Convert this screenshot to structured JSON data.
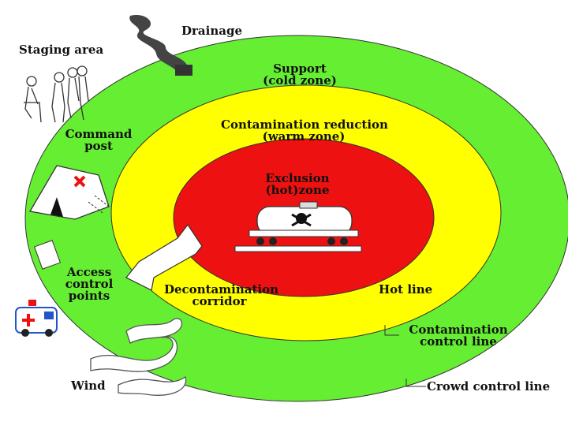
{
  "labels": {
    "drainage": "Drainage",
    "staging_area": "Staging area",
    "support_line1": "Support",
    "support_line2": "(cold zone)",
    "command_line1": "Command",
    "command_line2": "post",
    "warm_line1": "Contamination reduction",
    "warm_line2": "(warm zone)",
    "hot_line1": "Exclusion",
    "hot_line2": "(hot)zone",
    "access_line1": "Access",
    "access_line2": "control",
    "access_line3": "points",
    "decon_line1": "Decontamination",
    "decon_line2": "corridor",
    "hot_line_label": "Hot line",
    "cc_line1": "Contamination",
    "cc_line2": "control line",
    "wind": "Wind",
    "crowd": "Crowd control line"
  },
  "colors": {
    "cold_zone": "#66ee33",
    "warm_zone": "#ffff00",
    "hot_zone": "#ee1111",
    "outline": "#222222"
  },
  "icons": [
    "smoke-icon",
    "people-icon",
    "tent-icon",
    "tanker-car-icon",
    "skull-icon",
    "ambulance-icon",
    "wind-icon"
  ]
}
